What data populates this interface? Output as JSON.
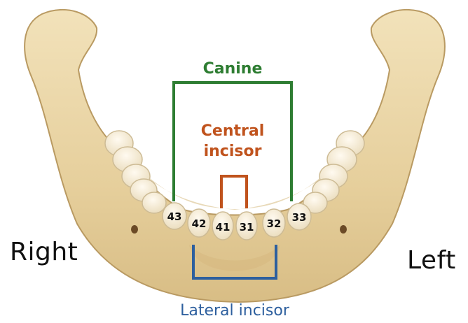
{
  "labels": {
    "right": "Right",
    "left": "Left",
    "canine": "Canine",
    "central_incisor": "Central\nincisor",
    "lateral_incisor": "Lateral incisor"
  },
  "teeth": [
    "43",
    "42",
    "41",
    "31",
    "32",
    "33"
  ],
  "colors": {
    "canine": "#2e7d32",
    "central_incisor": "#c0531d",
    "lateral_incisor": "#2d5f9e",
    "bone": "#ead7aa",
    "bone_shadow": "#c9ad78",
    "tooth": "#f7efdd",
    "tooth_edge": "#cdbb95"
  },
  "icons": [
    "mandible-illustration"
  ]
}
